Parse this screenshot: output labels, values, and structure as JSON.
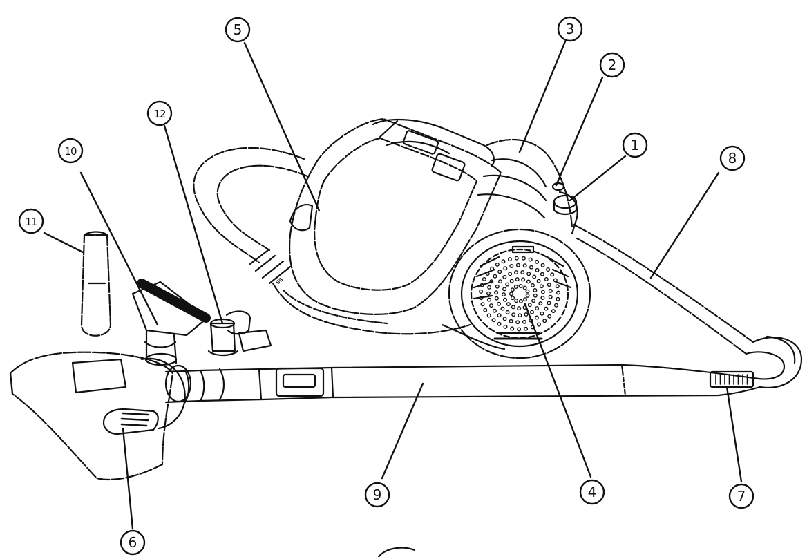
{
  "diagram": {
    "line_color": "#111111",
    "background": "#ffffff",
    "callouts": [
      {
        "id": "1",
        "text": "1"
      },
      {
        "id": "2",
        "text": "2"
      },
      {
        "id": "3",
        "text": "3"
      },
      {
        "id": "4",
        "text": "4"
      },
      {
        "id": "5",
        "text": "5"
      },
      {
        "id": "6",
        "text": "6"
      },
      {
        "id": "7",
        "text": "7"
      },
      {
        "id": "8",
        "text": "8"
      },
      {
        "id": "9",
        "text": "9"
      },
      {
        "id": "10",
        "text": "10"
      },
      {
        "id": "11",
        "text": "11"
      },
      {
        "id": "12",
        "text": "12"
      }
    ],
    "hose_nozzle_label": "ss"
  }
}
